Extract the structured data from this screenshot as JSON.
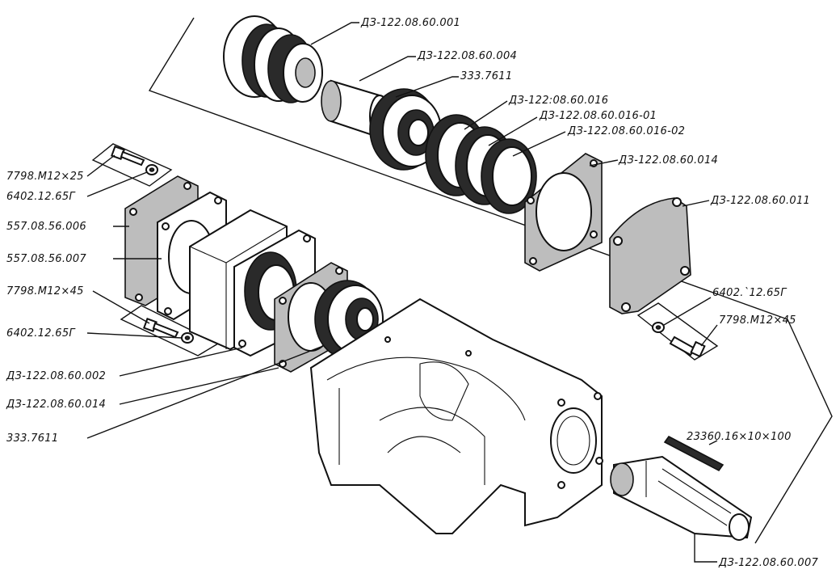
{
  "labels": {
    "p001": "ДЗ-122.08.60.001",
    "p004": "ДЗ-122.08.60.004",
    "bearing_top": "333.7611",
    "p016": "ДЗ-122:08.60.016",
    "p016_01": "ДЗ-122.08.60.016-01",
    "p016_02": "ДЗ-122.08.60.016-02",
    "p014_top": "ДЗ-122.08.60.014",
    "p011": "ДЗ-122.08.60.011",
    "washer_right": "6402.`12.65Г",
    "bolt_right": "7798.М12×45",
    "key": "23360.16×10×100",
    "shaft": "ДЗ-122.08.60.007",
    "bolt_left_top": "7798.М12×25",
    "washer_left_top": "6402.12.65Г",
    "p006": "557.08.56.006",
    "p007": "557.08.56.007",
    "bolt_left_mid": "7798.М12×45",
    "washer_left_mid": "6402.12.65Г",
    "p002": "ДЗ-122.08.60.002",
    "p014_bottom": "ДЗ-122.08.60.014",
    "bearing_bottom": "333.7611"
  }
}
